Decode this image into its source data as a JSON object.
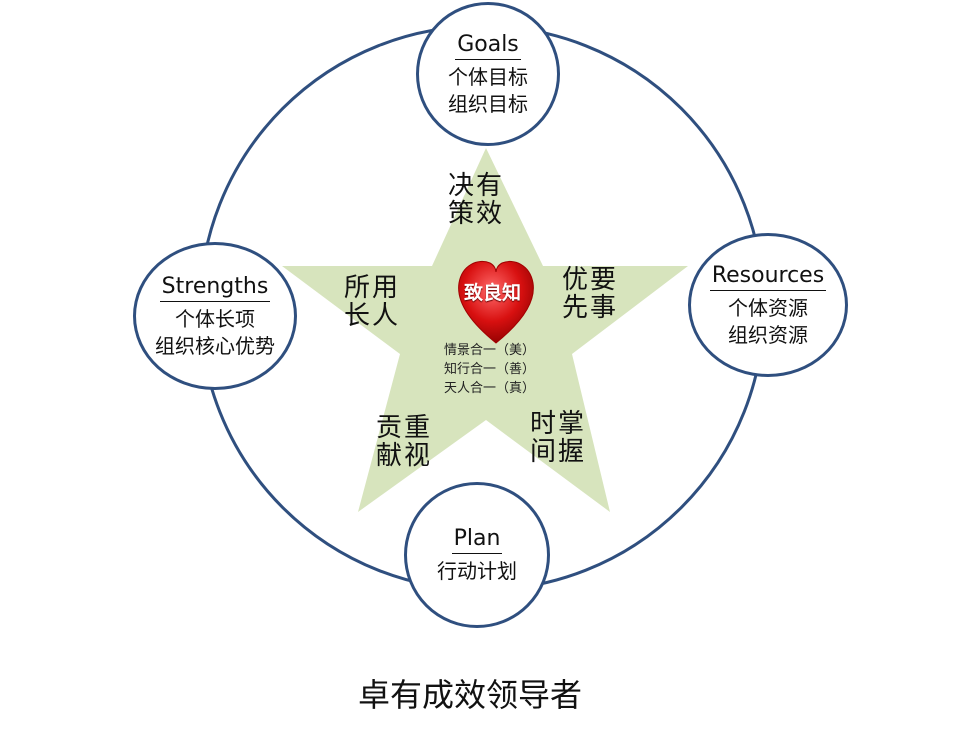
{
  "nodes": {
    "goals": {
      "title": "Goals",
      "lines": [
        "个体目标",
        "组织目标"
      ]
    },
    "resources": {
      "title": "Resources",
      "lines": [
        "个体资源",
        "组织资源"
      ]
    },
    "plan": {
      "title": "Plan",
      "lines": [
        "行动计划"
      ]
    },
    "strengths": {
      "title": "Strengths",
      "lines": [
        "个体长项",
        "组织核心优势"
      ]
    }
  },
  "star_points": {
    "top": [
      "决有",
      "策效"
    ],
    "right": [
      "优要",
      "先事"
    ],
    "bottom_right": [
      "时掌",
      "间握"
    ],
    "bottom_left": [
      "贡重",
      "献视"
    ],
    "left": [
      "所用",
      "长人"
    ]
  },
  "center": {
    "label": "致良知",
    "principles": [
      "情景合一（美）",
      "知行合一（善）",
      "天人合一（真）"
    ]
  },
  "caption": "卓有成效领导者",
  "colors": {
    "ring": "#2f4f7f",
    "star": "#d7e4bd",
    "heart": "#d81010"
  }
}
